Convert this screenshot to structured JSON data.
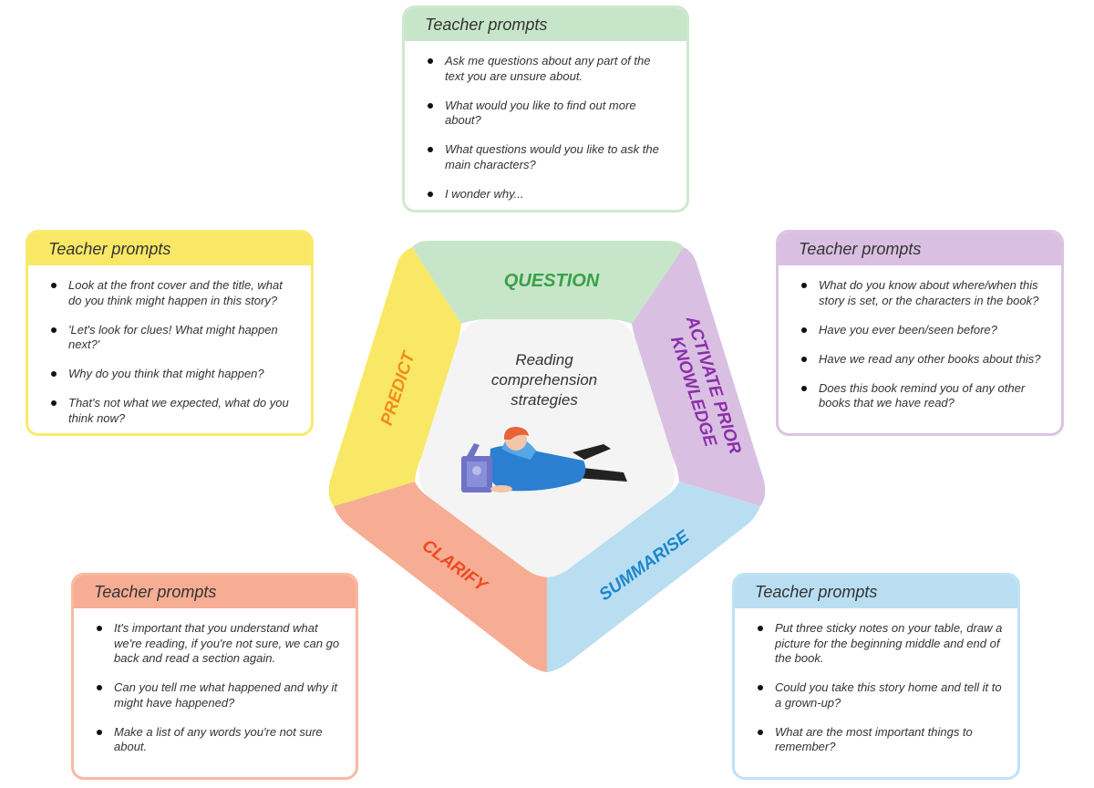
{
  "center": {
    "line1": "Reading",
    "line2": "comprehension",
    "line3": "strategies"
  },
  "segments": {
    "question": {
      "label": "QUESTION",
      "fill": "#c7e6c9",
      "text_color": "#3aa048"
    },
    "activate": {
      "label_line1": "ACTIVATE PRIOR",
      "label_line2": "KNOWLEDGE",
      "fill": "#d9c0e3",
      "text_color": "#8b2fa8"
    },
    "summarise": {
      "label": "SUMMARISE",
      "fill": "#b9def2",
      "text_color": "#1d86c9"
    },
    "clarify": {
      "label": "CLARIFY",
      "fill": "#f7ad93",
      "text_color": "#ee4a23"
    },
    "predict": {
      "label": "PREDICT",
      "fill": "#f8e866",
      "text_color": "#f38b1d"
    }
  },
  "boxes": {
    "question": {
      "title": "Teacher prompts",
      "items": [
        "Ask me questions about any part of the text you are unsure about.",
        "What would you like to find out more about?",
        "What questions would you like to ask the main characters?",
        "I wonder why..."
      ]
    },
    "predict": {
      "title": "Teacher prompts",
      "items": [
        "Look at the front cover and the title, what do you think might happen in this story?",
        "'Let's look for clues! What might happen next?'",
        "Why do you think that might happen?",
        "That's not what we expected, what do you think now?"
      ]
    },
    "activate": {
      "title": "Teacher prompts",
      "items": [
        "What do you know about where/when this story is set, or the characters in the book?",
        "Have you ever been/seen before?",
        "Have we read any other books about this?",
        "Does this book remind you of any other books that we have read?"
      ]
    },
    "clarify": {
      "title": "Teacher prompts",
      "items": [
        "It's important that you understand what we're reading, if you're not sure, we can go back and read a section again.",
        "Can you tell me what happened and why it might have happened?",
        "Make a list of any words you're not sure about."
      ]
    },
    "summarise": {
      "title": "Teacher prompts",
      "items": [
        "Put three sticky notes on your table, draw a picture for the beginning middle and end of the book.",
        "Could you take this story home and tell it to a grown-up?",
        "What are the most important things to remember?"
      ]
    }
  },
  "illustration": {
    "name": "child-reading-illustration"
  }
}
